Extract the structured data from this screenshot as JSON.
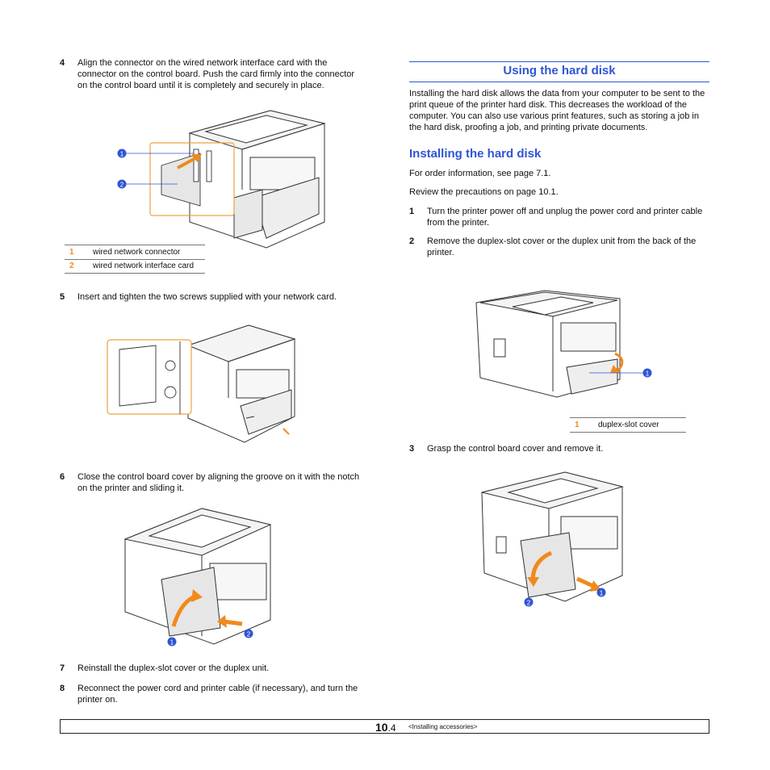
{
  "left_column": {
    "step4": {
      "num": "4",
      "text": "Align the connector on the wired network interface card with the connector on the control board. Push the card firmly into the connector on the control board until it is completely and securely in place."
    },
    "callout1": [
      {
        "num": "1",
        "label": "wired network connector"
      },
      {
        "num": "2",
        "label": "wired network interface card"
      }
    ],
    "fig1_markers": [
      "1",
      "2"
    ],
    "step5": {
      "num": "5",
      "text": "Insert and tighten the two screws supplied with your network card."
    },
    "step6": {
      "num": "6",
      "text": "Close the control board cover by aligning the groove on it with the notch on the printer and sliding it."
    },
    "fig3_markers": [
      "1",
      "2"
    ],
    "step7": {
      "num": "7",
      "text": "Reinstall the duplex-slot cover or the duplex unit."
    },
    "step8": {
      "num": "8",
      "text": "Reconnect the power cord and printer cable (if necessary), and turn the printer on."
    }
  },
  "right_column": {
    "section_title": "Using the hard disk",
    "intro": "Installing the hard disk allows the data from your computer to be sent to the print queue of the printer hard disk. This decreases the workload of the computer. You can also use various print features, such as storing a job in the hard disk, proofing a job, and printing private documents.",
    "subsection_title": "Installing the hard disk",
    "order_info": "For order information, see page 7.1.",
    "precautions": "Review the precautions on page 10.1.",
    "step1": {
      "num": "1",
      "text": "Turn the printer power off and unplug the power cord and printer cable from the printer."
    },
    "step2": {
      "num": "2",
      "text": "Remove the duplex-slot cover or the duplex unit from the back of the printer."
    },
    "fig4_markers": [
      "1"
    ],
    "callout2": [
      {
        "num": "1",
        "label": "duplex-slot cover"
      }
    ],
    "step3": {
      "num": "3",
      "text": "Grasp the control board cover and remove it."
    },
    "fig5_markers": [
      "1",
      "2"
    ]
  },
  "footer": {
    "page_major": "10",
    "page_minor": ".4",
    "chapter": "<Installing accessories>"
  },
  "colors": {
    "heading": "#2f55d4",
    "marker": "#2f55d4",
    "arrow": "#f08a1c",
    "callout_num": "#f08a1c"
  }
}
